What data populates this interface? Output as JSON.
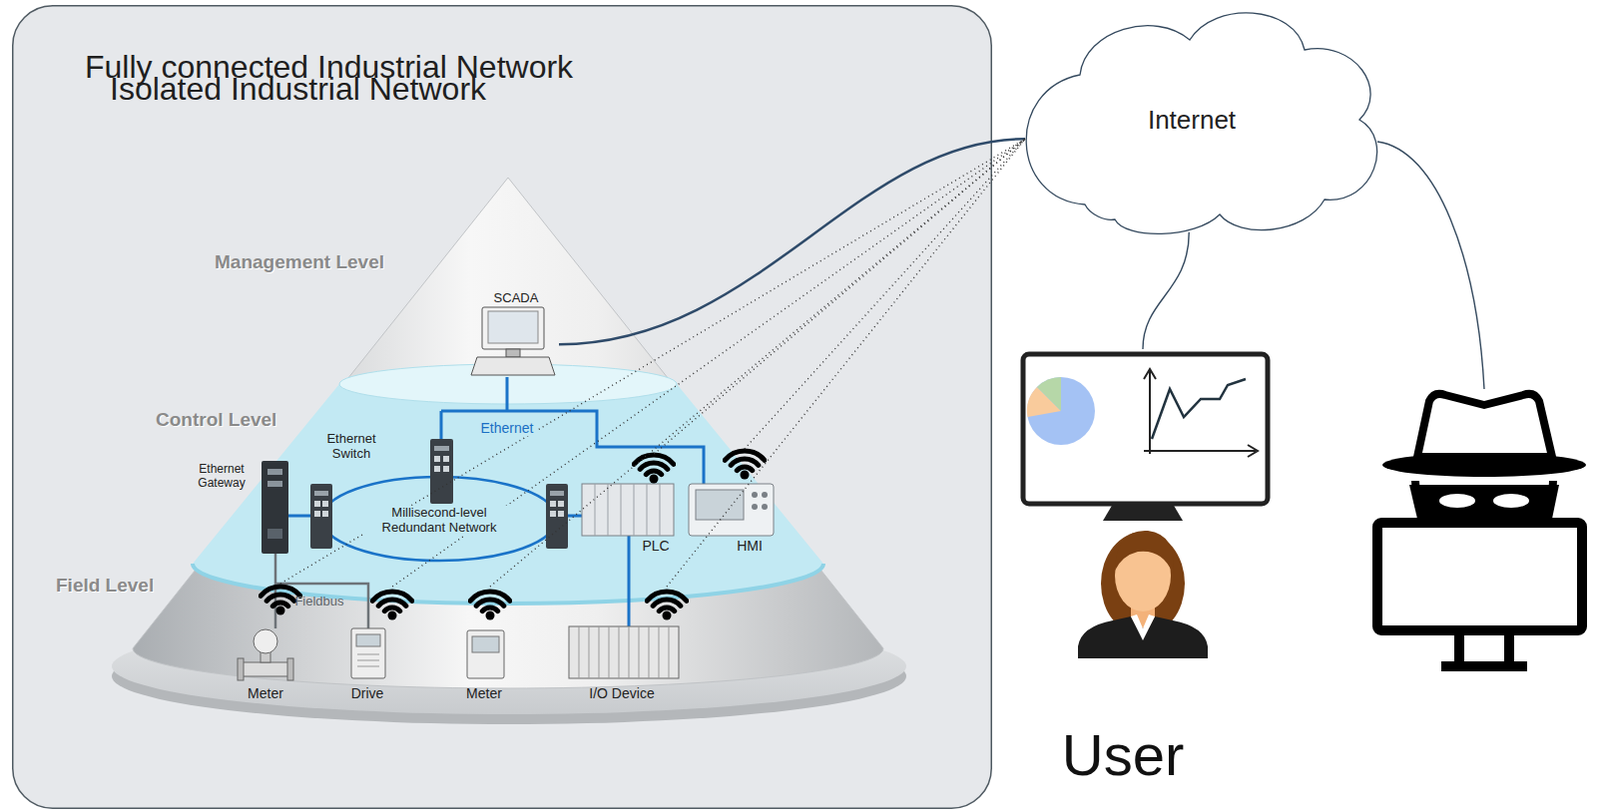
{
  "diagram": {
    "nodes": [
      {
        "text": [
          "Fully connected Industrial Network",
          "Isolated Industrial Network"
        ]
      },
      {
        "text": [
          "SCADA"
        ],
        "in": 0
      },
      {
        "text": [
          "PLC"
        ],
        "in": 0
      },
      {
        "text": [
          "HMI"
        ],
        "in": 0
      },
      {
        "text": [
          "Meter"
        ],
        "in": 0
      },
      {
        "text": [
          "Drive"
        ],
        "in": 0
      },
      {
        "text": [
          "Meter"
        ],
        "in": 0
      },
      {
        "text": [
          "I/O Device"
        ],
        "in": 0
      },
      {
        "text": [
          "Internet"
        ]
      },
      {
        "text": [
          "User"
        ]
      }
    ],
    "edges": [
      {
        "from": 1,
        "to": 8,
        "arrow": "none"
      },
      {
        "from": 2,
        "to": 8,
        "arrow": "none"
      },
      {
        "from": 3,
        "to": 8,
        "arrow": "none"
      },
      {
        "from": 4,
        "to": 8,
        "arrow": "none"
      },
      {
        "from": 5,
        "to": 8,
        "arrow": "none"
      },
      {
        "from": 6,
        "to": 8,
        "arrow": "none"
      },
      {
        "from": 7,
        "to": 8,
        "arrow": "none"
      },
      {
        "from": 9,
        "to": 8,
        "arrow": "none"
      }
    ],
    "labels": [
      "Management Level",
      "Control Level",
      "Field Level",
      "Ethernet",
      "Ethernet Switch",
      "Ethernet Gateway",
      "Millisecond-level Redundant Network",
      "Fieldbus"
    ]
  }
}
